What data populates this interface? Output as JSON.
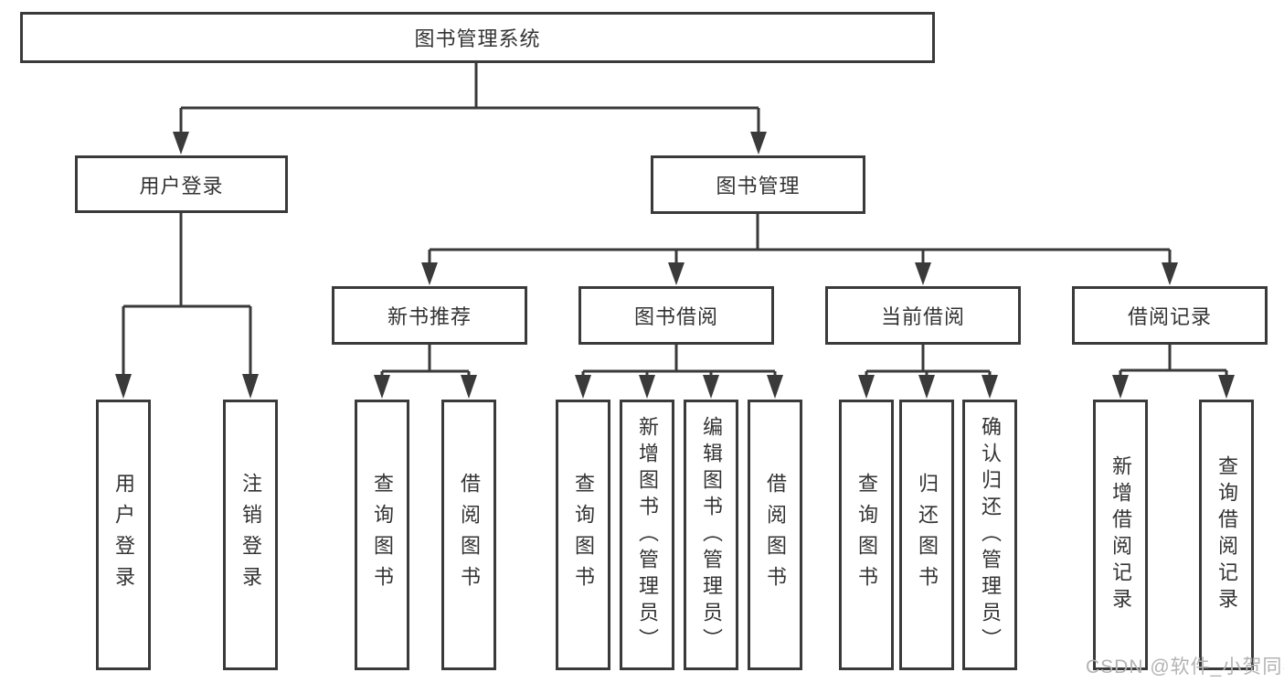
{
  "tree": {
    "label": "图书管理系统",
    "children": [
      {
        "label": "用户登录",
        "children": [
          {
            "label": "用户登录"
          },
          {
            "label": "注销登录"
          }
        ]
      },
      {
        "label": "图书管理",
        "children": [
          {
            "label": "新书推荐",
            "children": [
              {
                "label": "查询图书"
              },
              {
                "label": "借阅图书"
              }
            ]
          },
          {
            "label": "图书借阅",
            "children": [
              {
                "label": "查询图书"
              },
              {
                "label": "新增图书（管理员）"
              },
              {
                "label": "编辑图书（管理员）"
              },
              {
                "label": "借阅图书"
              }
            ]
          },
          {
            "label": "当前借阅",
            "children": [
              {
                "label": "查询图书"
              },
              {
                "label": "归还图书"
              },
              {
                "label": "确认归还（管理员）"
              }
            ]
          },
          {
            "label": "借阅记录",
            "children": [
              {
                "label": "新增借阅记录"
              },
              {
                "label": "查询借阅记录"
              }
            ]
          }
        ]
      }
    ]
  },
  "watermark": {
    "text": "CSDN @软件_小贺同学"
  },
  "colors": {
    "line": "#3a3a3a",
    "text": "#333333",
    "box_fill": "#ffffff",
    "watermark": "#b3b3b3",
    "background": "#ffffff"
  }
}
